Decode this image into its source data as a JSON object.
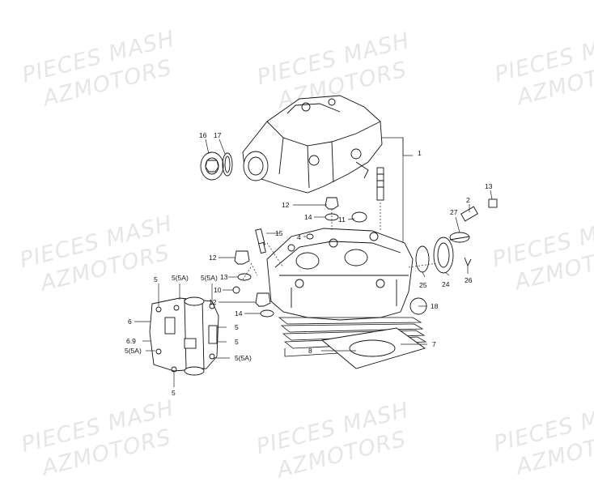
{
  "watermark": {
    "line1": "PIECES MASH",
    "line2": "AZMOTORS"
  },
  "callouts": {
    "c1": "1",
    "c2": "2",
    "c4": "4",
    "c5a": "5",
    "c5b": "5(5A)",
    "c5c": "5(5A)",
    "c5d": "5",
    "c5e": "5",
    "c5f": "5(5A)",
    "c5g": "5(5A)",
    "c5h": "5",
    "c6": "6",
    "c69": "6.9",
    "c7": "7",
    "c8": "8",
    "c10": "10",
    "c11": "11",
    "c12a": "12",
    "c12b": "12",
    "c12c": "12",
    "c13a": "13",
    "c13b": "13",
    "c14a": "14",
    "c14b": "14",
    "c15": "15",
    "c16": "16",
    "c17": "17",
    "c18": "18",
    "c24": "24",
    "c25": "25",
    "c26": "26",
    "c27": "27"
  }
}
